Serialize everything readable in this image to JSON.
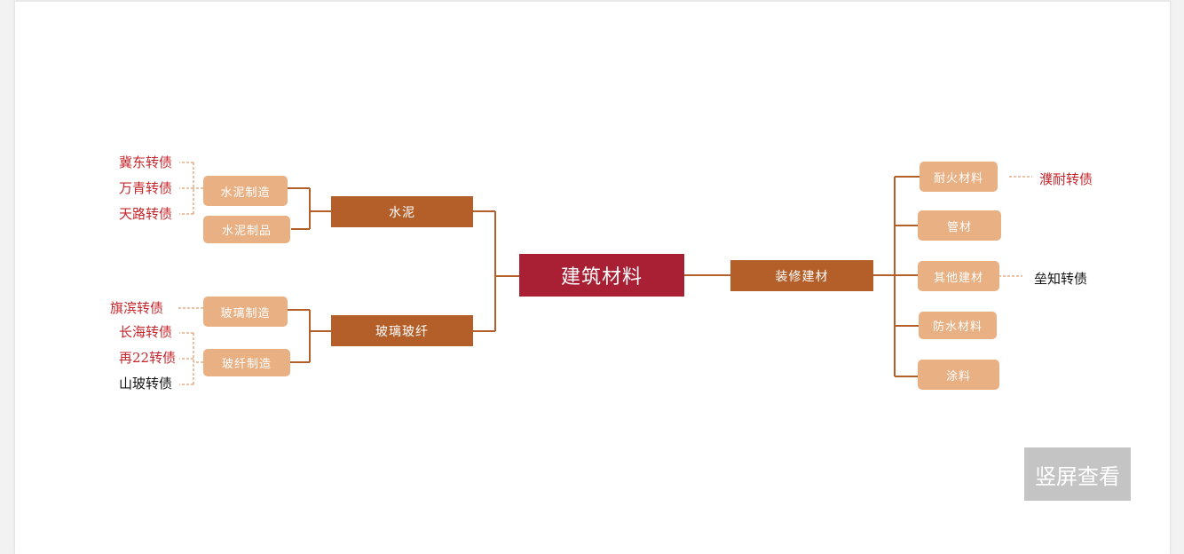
{
  "root": {
    "label": "建筑材料"
  },
  "branches": {
    "cement": {
      "label": "水泥",
      "children": [
        "水泥制造",
        "水泥制品"
      ],
      "bonds": [
        "冀东转债",
        "万青转债",
        "天路转债"
      ]
    },
    "glass": {
      "label": "玻璃玻纤",
      "children": [
        "玻璃制造",
        "玻纤制造"
      ],
      "glass_bond": "旗滨转债",
      "fiber_bonds": [
        "长海转债",
        "再22转债",
        "山玻转债"
      ]
    },
    "decor": {
      "label": "装修建材",
      "children": [
        "耐火材料",
        "管材",
        "其他建材",
        "防水材料",
        "涂料"
      ],
      "refractory_bond": "濮耐转债",
      "other_bond": "垒知转债"
    }
  },
  "view_button": {
    "label": "竖屏查看"
  },
  "colors": {
    "root": "#a91f34",
    "level1": "#b45f2a",
    "level2": "#e8b083",
    "bond_red": "#c6252b",
    "bond_black": "#111111",
    "connector": "#b45f2a"
  }
}
